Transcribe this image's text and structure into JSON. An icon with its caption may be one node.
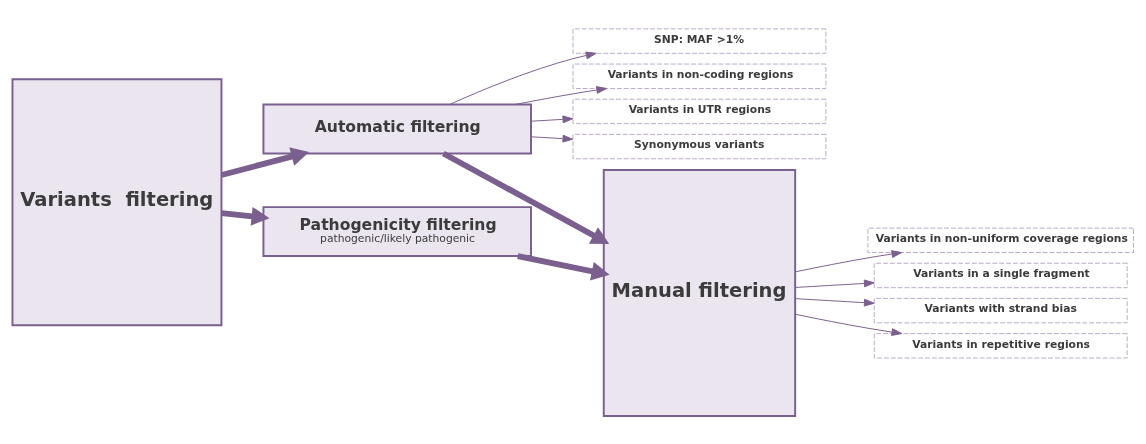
{
  "diagram": {
    "nodes": [
      {
        "text": [
          "Variants  filtering"
        ]
      },
      {
        "text": [
          "Automatic filtering"
        ]
      },
      {
        "text": [
          "SNP: MAF >1%"
        ]
      },
      {
        "text": [
          "Variants in non-coding regions"
        ]
      },
      {
        "text": [
          "Variants in UTR regions"
        ]
      },
      {
        "text": [
          "Synonymous variants"
        ]
      },
      {
        "text": [
          "Pathogenicity filtering",
          "pathogenic/likely pathogenic"
        ]
      },
      {
        "text": [
          "Manual filtering"
        ]
      },
      {
        "text": [
          "Variants in non-uniform coverage regions"
        ]
      },
      {
        "text": [
          "Variants in a single fragment"
        ]
      },
      {
        "text": [
          "Variants with strand bias"
        ]
      },
      {
        "text": [
          "Variants in repetitive regions"
        ]
      }
    ],
    "edges": [
      {
        "from": 0,
        "to": 1,
        "arrow": "to",
        "style": "thick"
      },
      {
        "from": 0,
        "to": 6,
        "arrow": "to",
        "style": "thick"
      },
      {
        "from": 1,
        "to": 2,
        "arrow": "to"
      },
      {
        "from": 1,
        "to": 3,
        "arrow": "to"
      },
      {
        "from": 1,
        "to": 4,
        "arrow": "to"
      },
      {
        "from": 1,
        "to": 5,
        "arrow": "to"
      },
      {
        "from": 1,
        "to": 7,
        "arrow": "to",
        "style": "thick"
      },
      {
        "from": 6,
        "to": 7,
        "arrow": "to",
        "style": "thick"
      },
      {
        "from": 7,
        "to": 8,
        "arrow": "to"
      },
      {
        "from": 7,
        "to": 9,
        "arrow": "to"
      },
      {
        "from": 7,
        "to": 10,
        "arrow": "to"
      },
      {
        "from": 7,
        "to": 11,
        "arrow": "to"
      }
    ]
  }
}
